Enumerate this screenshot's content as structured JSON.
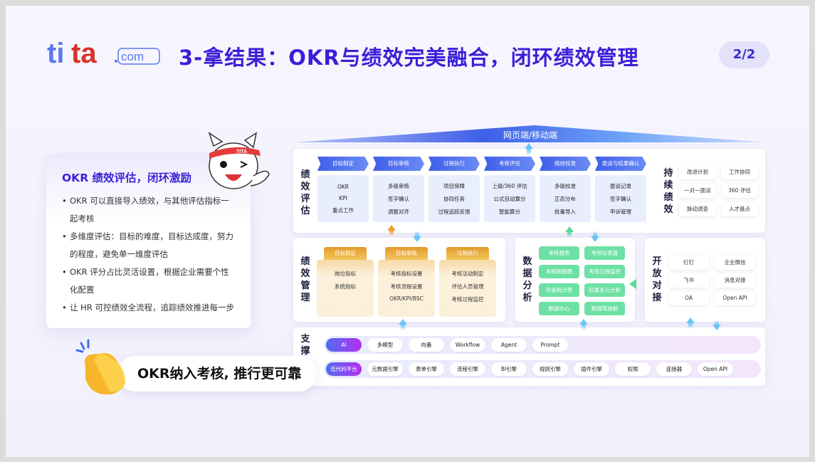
{
  "header": {
    "logo_text": "tita.com",
    "title": "3-拿结果：OKR与绩效完美融合，闭环绩效管理",
    "page": "2/2"
  },
  "card": {
    "title": "OKR 绩效评估，闭环激励",
    "bullets": [
      "OKR 可以直接导入绩效，与其他评估指标一起考核",
      "多维度评估：目标的难度，目标达成度，努力的程度，避免单一维度评估",
      "OKR 评分占比灵活设置，根据企业需要个性化配置",
      "让 HR 可控绩效全流程，追踪绩效推进每一步"
    ],
    "mascot_text": "TITA"
  },
  "callout": "OKR纳入考核, 推行更可靠",
  "diagram": {
    "roof": "网页端/移动端",
    "evaluation": {
      "label": "绩效评估",
      "columns": [
        {
          "header": "目标制定",
          "items": [
            "OKR",
            "KPI",
            "重点工作"
          ]
        },
        {
          "header": "目标审核",
          "items": [
            "多级审核",
            "签字确认",
            "调整对齐"
          ]
        },
        {
          "header": "过程执行",
          "items": [
            "项目保障",
            "协同任务",
            "过程追踪反馈"
          ]
        },
        {
          "header": "考核评估",
          "items": [
            "上级/360 评估",
            "公式自动算分",
            "智能算分"
          ]
        },
        {
          "header": "绩效校准",
          "items": [
            "多级校准",
            "正态分布",
            "批量导入"
          ]
        },
        {
          "header": "面谈与结果确认",
          "items": [
            "面谈记录",
            "签字确认",
            "申诉管理"
          ]
        }
      ]
    },
    "continuous": {
      "label": "持续绩效",
      "items": [
        "改进计划",
        "工作协同",
        "一对一面谈",
        "360 评估",
        "脉动调查",
        "人才盘点"
      ]
    },
    "management": {
      "label": "绩效管理",
      "columns": [
        {
          "header": "目标制定",
          "items": [
            "岗位指标",
            "系统指标"
          ]
        },
        {
          "header": "目标审核",
          "items": [
            "考核指标设置",
            "考核流程设置",
            "OKR/KPI/BSC"
          ]
        },
        {
          "header": "过程执行",
          "items": [
            "考核活动制定",
            "评估人员管理",
            "考核过程监控"
          ]
        }
      ]
    },
    "analysis": {
      "label": "数据分析",
      "items": [
        "考核报表",
        "考核仪表盘",
        "考核明细表",
        "考核过程监控",
        "年度统计表",
        "结果多元分析",
        "数据中心",
        "数据驾驶舱"
      ]
    },
    "integration": {
      "label": "开放对接",
      "items": [
        "钉钉",
        "企业微信",
        "飞书",
        "消息对接",
        "OA",
        "Open API"
      ]
    },
    "support": {
      "label": "支撑",
      "ai_row": [
        "AI",
        "多模型",
        "向量",
        "Workflow",
        "Agent",
        "Prompt"
      ],
      "platform_row": [
        "低代码平台",
        "元数据引擎",
        "表单引擎",
        "流程引擎",
        "BI引擎",
        "规则引擎",
        "插件引擎",
        "权限",
        "连接器",
        "Open API"
      ]
    }
  }
}
